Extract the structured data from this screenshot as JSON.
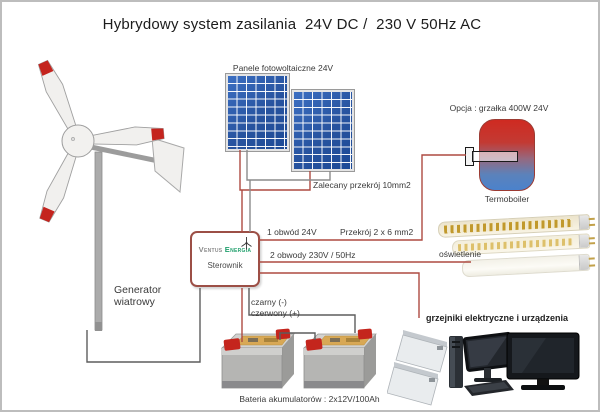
{
  "title": "Hybrydowy system zasilania  24V DC /  230 V 50Hz AC",
  "solar": {
    "label": "Panele fotowoltaiczne 24V",
    "wire_label": "Zalecany przekrój 10mm2"
  },
  "wind": {
    "label_line1": "Generator",
    "label_line2": "wiatrowy"
  },
  "controller": {
    "brand_word1": "Ventus",
    "brand_word2": "Energia",
    "name": "Sterownik"
  },
  "circuits": {
    "dc_label": "1 obwód 24V",
    "dc_section": "Przekrój 2 x 6 mm2",
    "ac_label": "2 obwody 230V / 50Hz"
  },
  "battery": {
    "negative": "czarny (-)",
    "positive": "czerwony (+)",
    "label": "Bateria akumulatorów : 2x12V/100Ah"
  },
  "boiler": {
    "option": "Opcja : grzałka 400W 24V",
    "label": "Termoboiler"
  },
  "lighting": {
    "label": "oświetlenie"
  },
  "loads": {
    "label": "grzejniki elektryczne i urządzenia"
  },
  "colors": {
    "wire_red": "#ad4a41",
    "wire_dark": "#5d5d5d",
    "wire_gray": "#8b8b8b",
    "controller_border": "#9c4f46",
    "brand_green": "#21a06d",
    "panel_blue": "#27539f",
    "boiler_hot": "#cf2a21",
    "boiler_cold": "#4b82cc"
  }
}
